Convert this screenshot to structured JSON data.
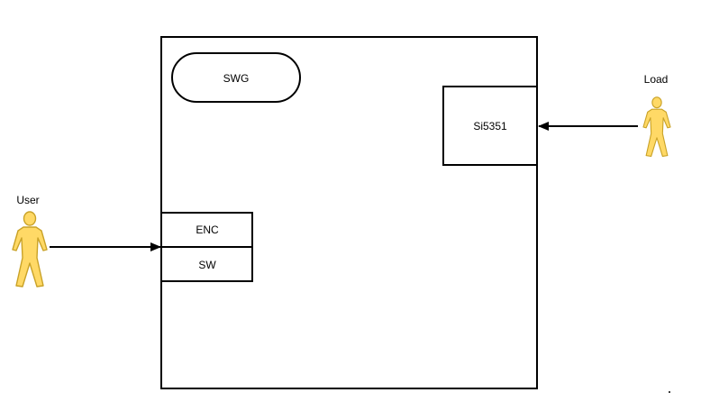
{
  "diagram": {
    "swg_label": "SWG",
    "si5351_label": "Si5351",
    "enc_label": "ENC",
    "sw_label": "SW",
    "user_label": "User",
    "load_label": "Load"
  },
  "colors": {
    "actor_fill": "#FFD966",
    "actor_stroke": "#C9A227",
    "line": "#000000",
    "background": "#FFFFFF"
  }
}
